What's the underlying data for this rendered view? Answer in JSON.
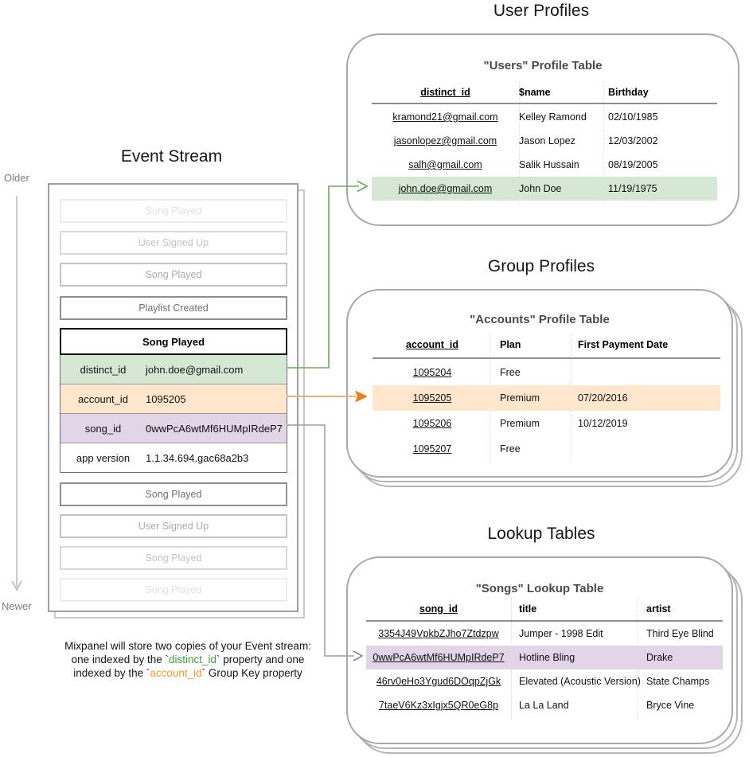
{
  "titles": {
    "event_stream": "Event Stream",
    "user_profiles": "User Profiles",
    "group_profiles": "Group Profiles",
    "lookup_tables": "Lookup Tables"
  },
  "timeline": {
    "older": "Older",
    "newer": "Newer"
  },
  "event_stream": {
    "events_before": [
      "Song Played",
      "User Signed Up",
      "Song Played",
      "Playlist Created"
    ],
    "active_event": {
      "title": "Song Played",
      "properties": [
        {
          "key": "distinct_id",
          "value": "john.doe@gmail.com",
          "highlight": "green"
        },
        {
          "key": "account_id",
          "value": "1095205",
          "highlight": "orange"
        },
        {
          "key": "song_id",
          "value": "0wwPcA6wtMf6HUMpIRdeP7",
          "highlight": "purple"
        },
        {
          "key": "app version",
          "value": "1.1.34.694.gac68a2b3",
          "highlight": "none"
        }
      ]
    },
    "events_after": [
      "Song Played",
      "User Signed Up",
      "Song Played",
      "Song Played"
    ]
  },
  "users_table": {
    "heading": "\"Users\" Profile Table",
    "columns": [
      "distinct_id",
      "$name",
      "Birthday"
    ],
    "rows": [
      [
        "kramond21@gmail.com",
        "Kelley Ramond",
        "02/10/1985"
      ],
      [
        "jasonlopez@gmail.com",
        "Jason Lopez",
        "12/03/2002"
      ],
      [
        "salh@gmail.com",
        "Salik Hussain",
        "08/19/2005"
      ],
      [
        "john.doe@gmail.com",
        "John Doe",
        "11/19/1975"
      ]
    ],
    "highlighted_row_index": 3
  },
  "accounts_table": {
    "heading": "\"Accounts\" Profile Table",
    "columns": [
      "account_id",
      "Plan",
      "First Payment Date"
    ],
    "rows": [
      [
        "1095204",
        "Free",
        ""
      ],
      [
        "1095205",
        "Premium",
        "07/20/2016"
      ],
      [
        "1095206",
        "Premium",
        "10/12/2019"
      ],
      [
        "1095207",
        "Free",
        ""
      ]
    ],
    "highlighted_row_index": 1
  },
  "songs_table": {
    "heading": "\"Songs\" Lookup Table",
    "columns": [
      "song_id",
      "title",
      "artist"
    ],
    "rows": [
      [
        "3354J49VpkbZJho7Ztdzpw",
        "Jumper - 1998 Edit",
        "Third Eye Blind"
      ],
      [
        "0wwPcA6wtMf6HUMpIRdeP7",
        "Hotline Bling",
        "Drake"
      ],
      [
        "46rv0eHo3Ygud6DOqpZjGk",
        "Elevated (Acoustic Version)",
        "State Champs"
      ],
      [
        "7taeV6Kz3xIgjx5QR0eG8p",
        "La La Land",
        "Bryce Vine"
      ]
    ],
    "highlighted_row_index": 1
  },
  "caption": {
    "line1": "Mixpanel will store two copies of your Event stream:",
    "line2_pre": "one indexed by the `",
    "line2_key": "distinct_id",
    "line2_post": "` property and one",
    "line3_pre": "indexed by the `",
    "line3_key": "account_id",
    "line3_post": "` Group Key property"
  },
  "colors": {
    "green_highlight": "#d5e8d4",
    "orange_highlight": "#ffe6cc",
    "purple_highlight": "#e1d5e7",
    "green_arrow": "#6eaa5a",
    "orange_arrow_line": "#edb273",
    "orange_arrow_head": "#ee7d0e",
    "purple_arrow": "#a29aac",
    "purple_arrow_head": "#8b8494",
    "timeline_arrow": "#b8b8b8",
    "caption_green": "#38a038",
    "caption_orange": "#f59b20"
  }
}
